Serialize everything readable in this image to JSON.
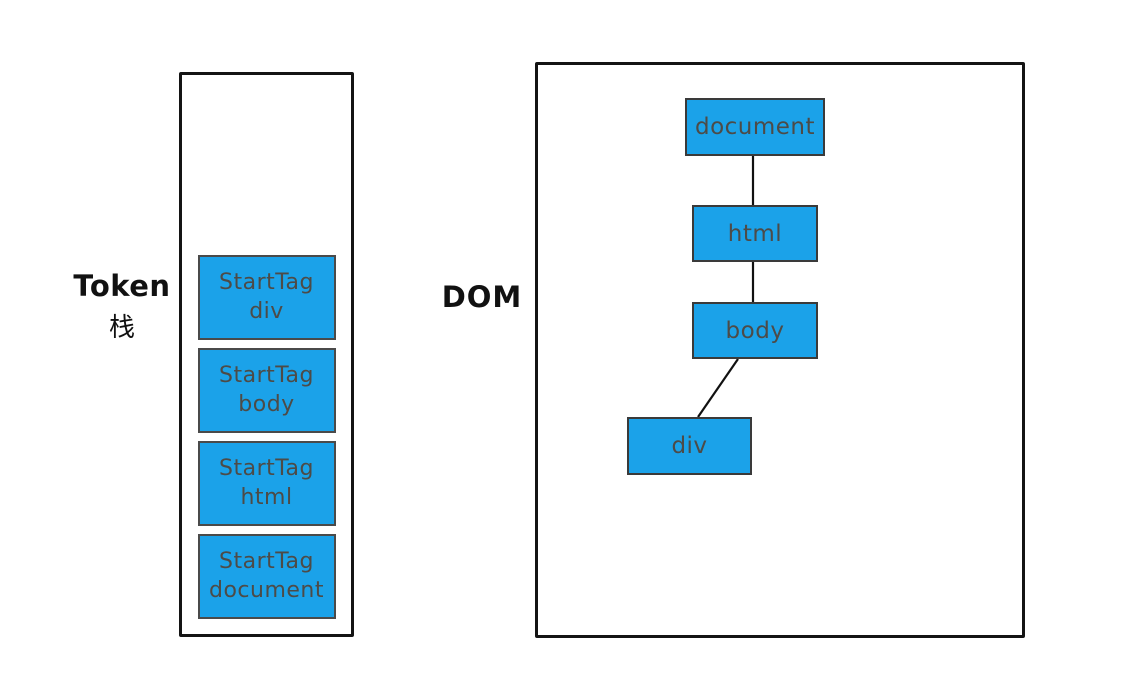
{
  "diagram": {
    "background_color": "#ffffff",
    "outline_color": "#141414",
    "node_fill_color": "#1ba2e9",
    "node_border_color": "#3a3a3a",
    "node_text_color": "#4d4b47",
    "token_stack": {
      "label_line1": "Token",
      "label_line2": "栈",
      "items": [
        {
          "line1": "StartTag",
          "line2": "div"
        },
        {
          "line1": "StartTag",
          "line2": "body"
        },
        {
          "line1": "StartTag",
          "line2": "html"
        },
        {
          "line1": "StartTag",
          "line2": "document"
        }
      ]
    },
    "dom_tree": {
      "label": "DOM",
      "nodes": {
        "document": "document",
        "html": "html",
        "body": "body",
        "div": "div"
      },
      "edges": [
        "document-html",
        "html-body",
        "body-div"
      ]
    }
  }
}
